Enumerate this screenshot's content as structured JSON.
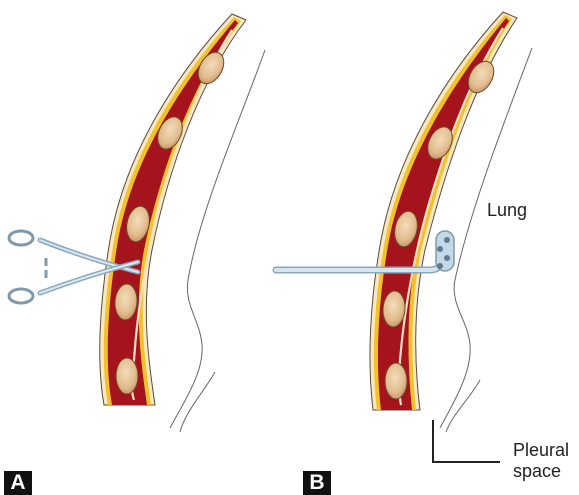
{
  "panels": [
    {
      "letter": "A"
    },
    {
      "letter": "B"
    }
  ],
  "labels": {
    "lung": "Lung",
    "pleural_line1": "Pleural",
    "pleural_line2": "space"
  },
  "colors": {
    "muscle": "#a5141c",
    "fat": "#f2c12c",
    "skin": "#f7e8c2",
    "rib": "#e3c39a",
    "outline": "#5a4a3a",
    "instrument": "#b8d0e0",
    "lung_line": "#666666"
  }
}
